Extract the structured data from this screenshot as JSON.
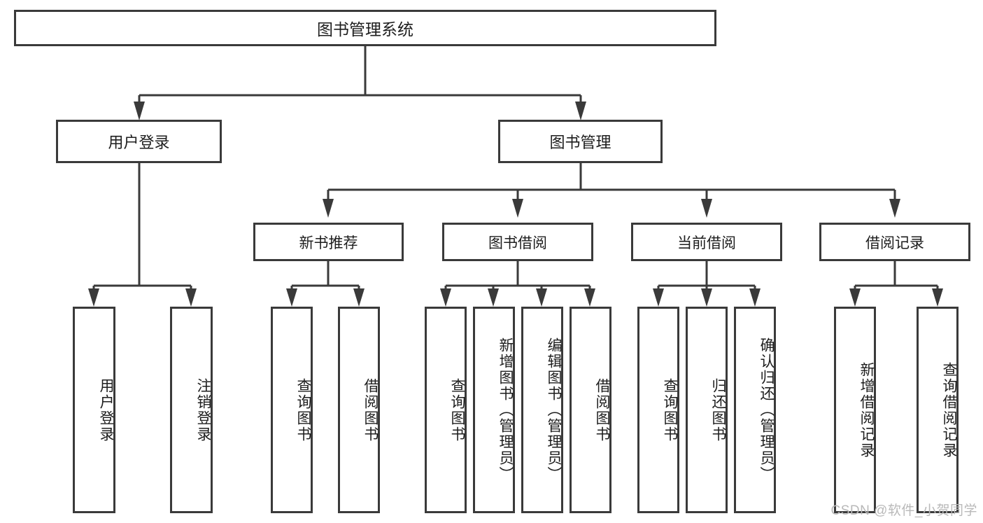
{
  "diagram": {
    "title": "图书管理系统",
    "type": "tree",
    "watermark": "CSDN @软件_小贺同学",
    "stroke_color": "#3a3a3a",
    "background_color": "#ffffff",
    "text_color": "#1d1d1d",
    "watermark_color": "#b9b9b9"
  },
  "nodes": {
    "root": {
      "label": "图书管理系统"
    },
    "level1": [
      {
        "label": "用户登录"
      },
      {
        "label": "图书管理"
      }
    ],
    "level2": [
      {
        "label": "新书推荐"
      },
      {
        "label": "图书借阅"
      },
      {
        "label": "当前借阅"
      },
      {
        "label": "借阅记录"
      }
    ],
    "leaves": {
      "user_login": [
        {
          "label": "用户登录"
        },
        {
          "label": "注销登录"
        }
      ],
      "new_book": [
        {
          "label": "查询图书"
        },
        {
          "label": "借阅图书"
        }
      ],
      "book_borrow": [
        {
          "label": "查询图书"
        },
        {
          "label": "新增图书（管理员）"
        },
        {
          "label": "编辑图书（管理员）"
        },
        {
          "label": "借阅图书"
        }
      ],
      "current_borrow": [
        {
          "label": "查询图书"
        },
        {
          "label": "归还图书"
        },
        {
          "label": "确认归还（管理员）"
        }
      ],
      "borrow_record": [
        {
          "label": "新增借阅记录"
        },
        {
          "label": "查询借阅记录"
        }
      ]
    }
  }
}
